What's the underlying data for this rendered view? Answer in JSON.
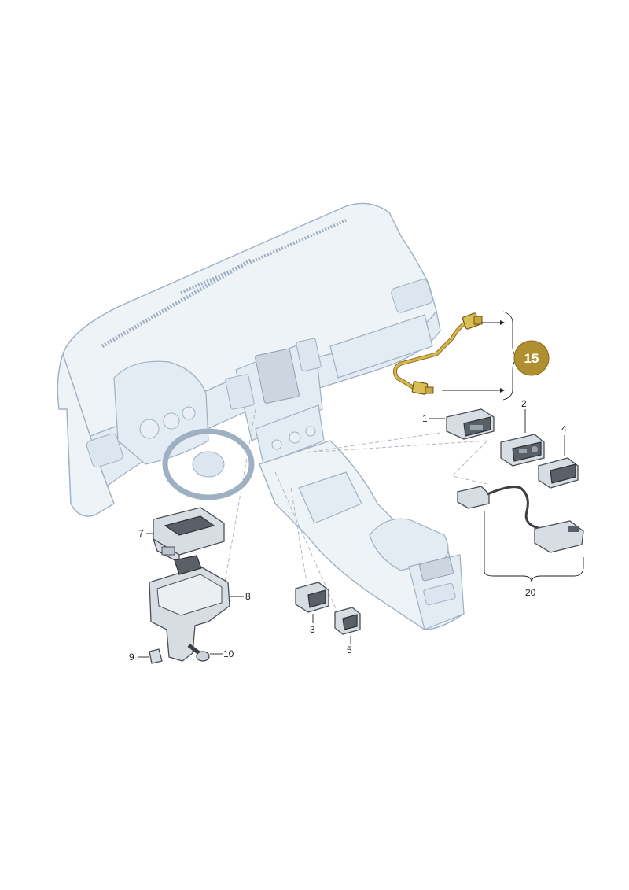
{
  "callouts": {
    "c1": "1",
    "c2": "2",
    "c3": "3",
    "c4": "4",
    "c5": "5",
    "c7": "7",
    "c8": "8",
    "c9": "9",
    "c10": "10",
    "c15": "15",
    "c20": "20"
  },
  "colors": {
    "highlight": "#b8962e",
    "badge": "#b08f30",
    "line_art": "#9fb0c2"
  }
}
